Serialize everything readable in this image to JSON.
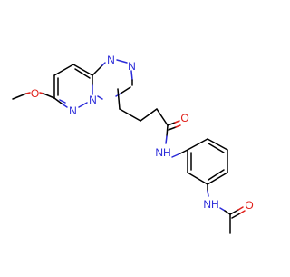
{
  "molecule": {
    "atom_labels": {
      "o_methoxy": "O",
      "n_pyridazine": "N",
      "n_triazole_1": "N",
      "n_triazole_2": "N",
      "n_bridge": "N",
      "o_amide": "O",
      "nh_amide": "NH",
      "nh_acetamide": "NH",
      "o_acetyl": "O"
    },
    "colors": {
      "carbon": "#000000",
      "nitrogen": "#2b2bd9",
      "oxygen": "#e0201a",
      "background": "#ffffff"
    }
  }
}
